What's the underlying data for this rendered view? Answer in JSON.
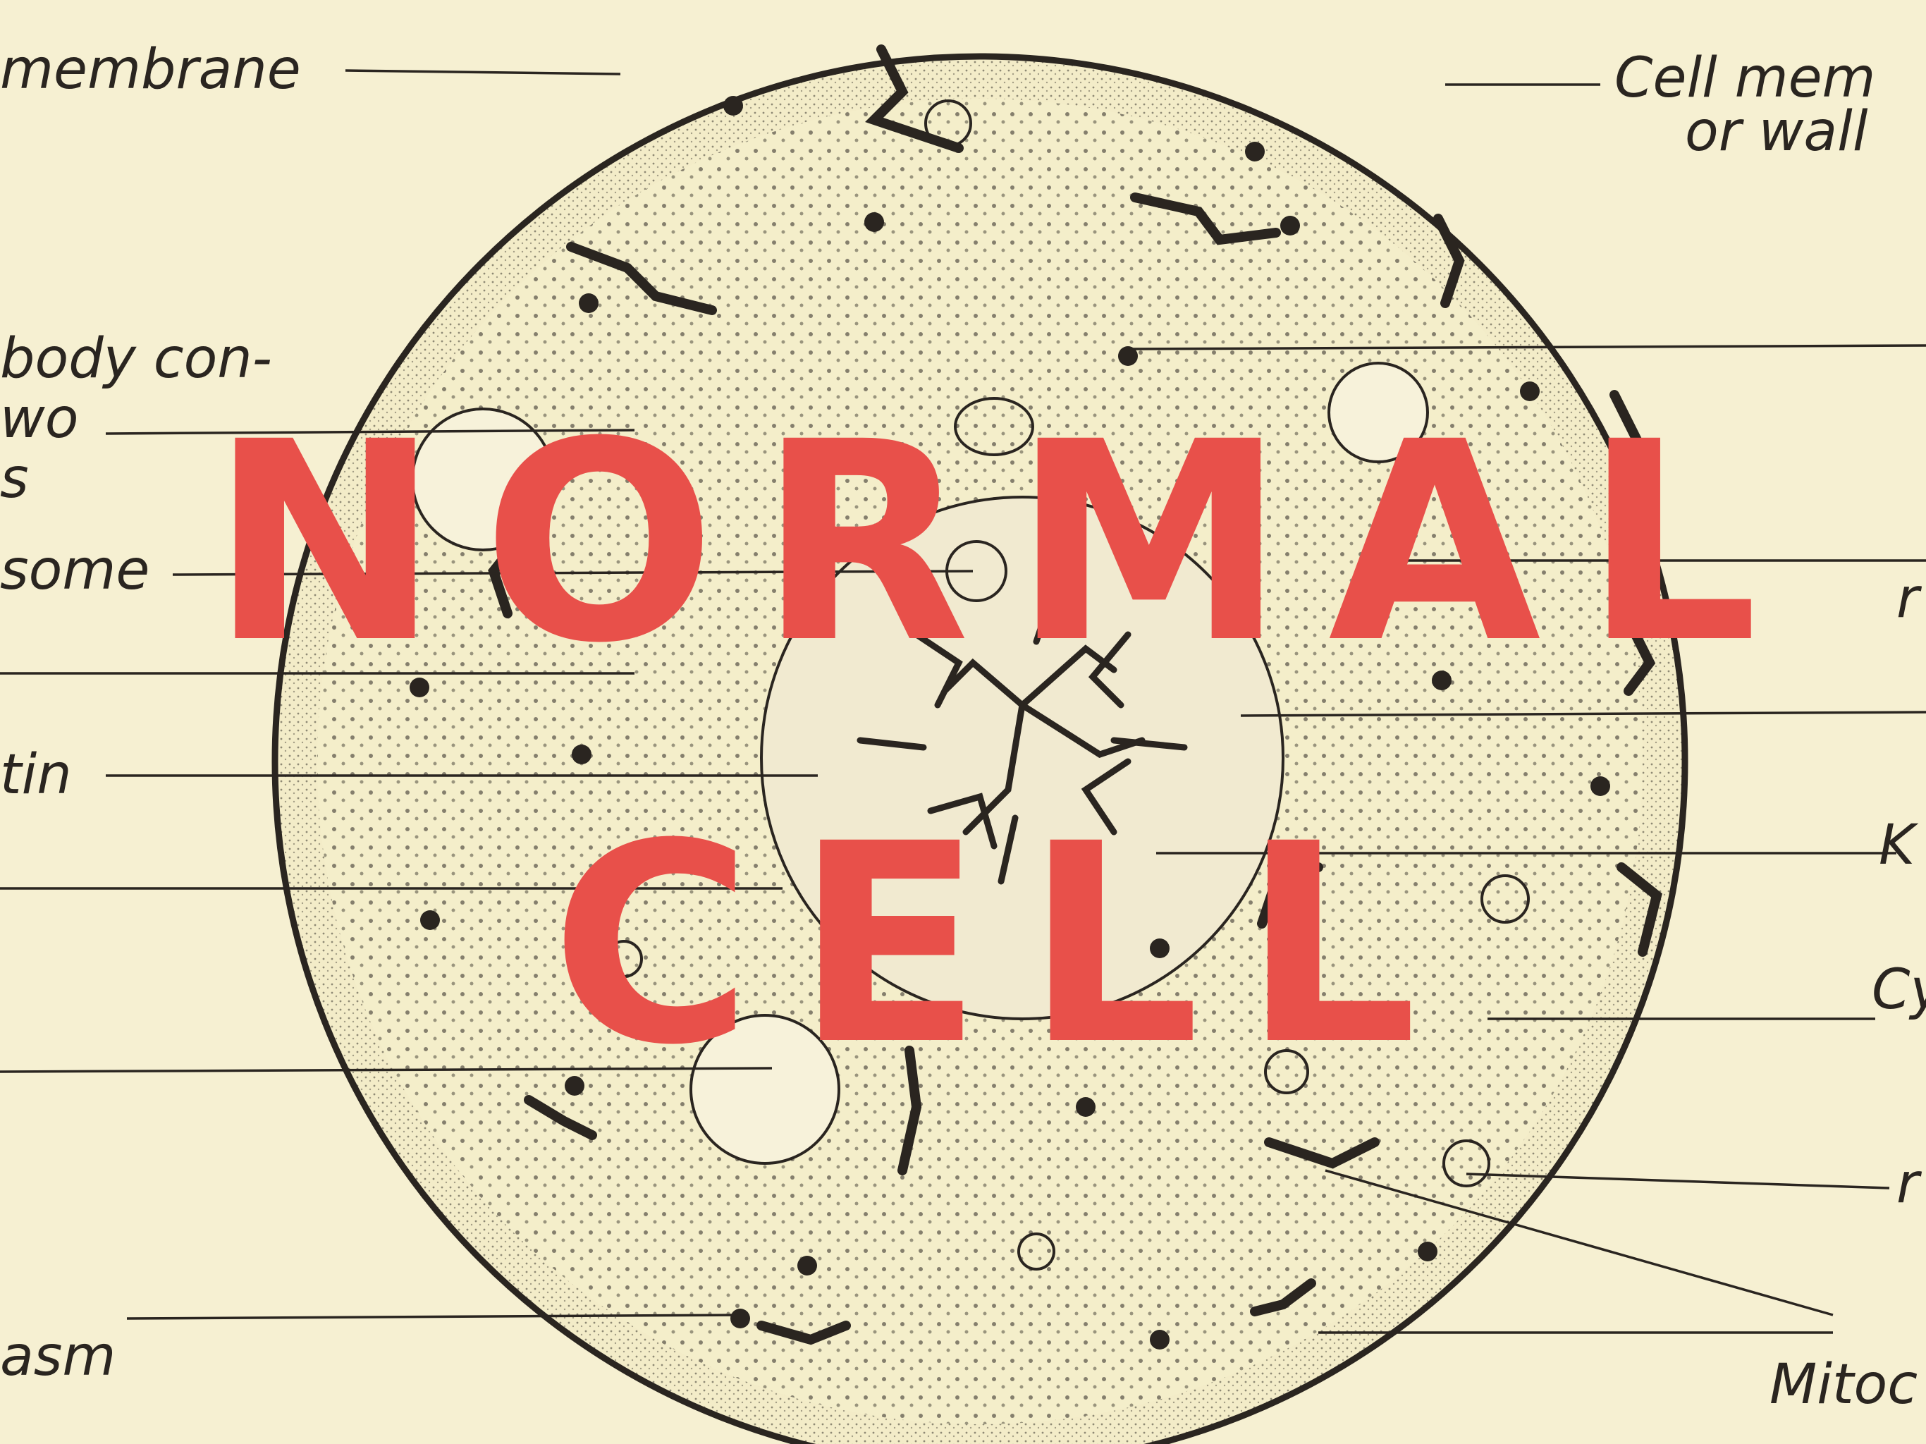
{
  "labels": {
    "top_left": "membrane",
    "top_right_1": "Cell mem",
    "top_right_2": "or wall",
    "left_body_1": "body con-",
    "left_body_2": "wo",
    "left_body_3": "s",
    "left_some": "some",
    "left_tin": "tin",
    "left_asm": "asm",
    "right_r": "r",
    "right_k": "K",
    "right_cy": "Cy",
    "right_mid": "r",
    "right_mito": "Mitoc"
  },
  "overlay": {
    "line1": "NORMAL",
    "line2": "CELL"
  },
  "colors": {
    "background": "#f6f0d2",
    "ink": "#2a2520",
    "overlay_text": "#e8504a"
  }
}
